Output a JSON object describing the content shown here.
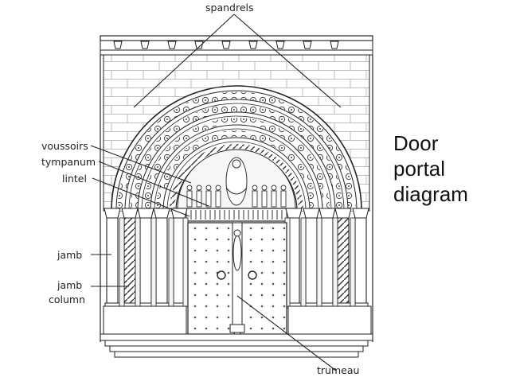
{
  "title_lines": [
    "Door",
    "portal",
    "diagram"
  ],
  "labels": {
    "spandrels": "spandrels",
    "voussoirs": "voussoirs",
    "tympanum": "tympanum",
    "lintel": "lintel",
    "jamb": "jamb",
    "jamb_column_1": "jamb",
    "jamb_column_2": "column",
    "trumeau": "trumeau"
  },
  "colors": {
    "ink": "#222222",
    "paper": "#ffffff",
    "stone": "#f4f4f4"
  }
}
